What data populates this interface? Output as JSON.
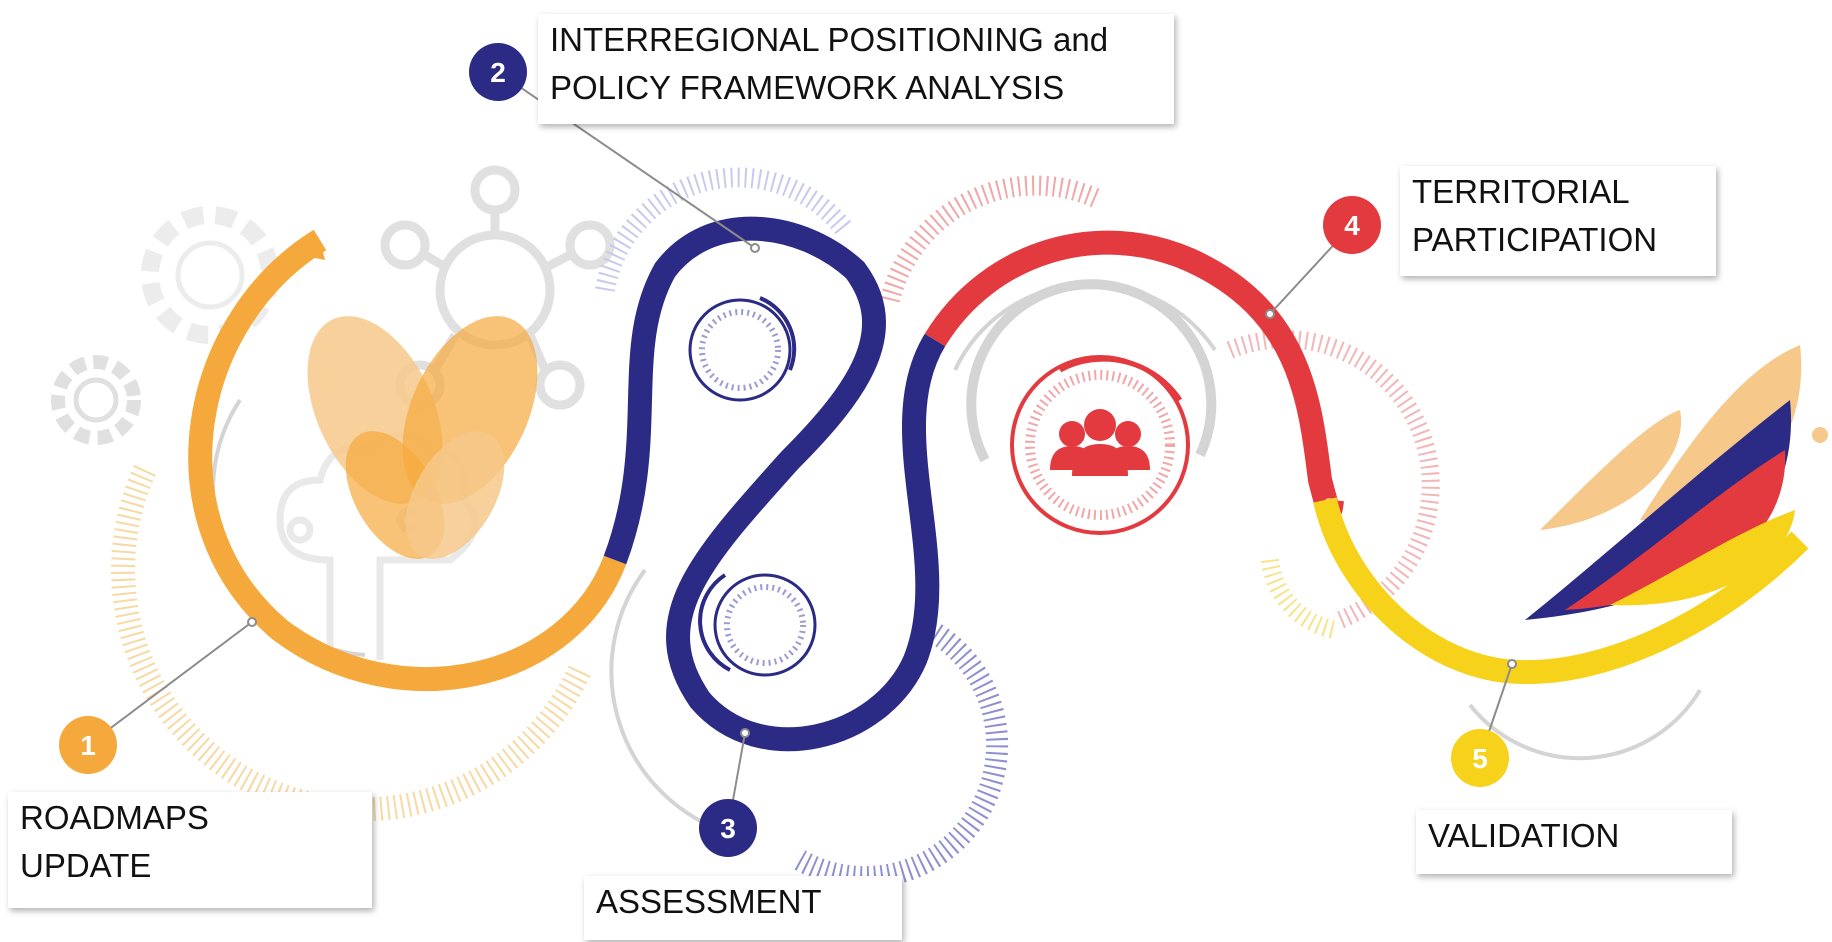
{
  "colors": {
    "orange": "#f5a93c",
    "navy": "#2b2a84",
    "red": "#e23a3f",
    "yellow": "#f7d21b",
    "grey": "#cfcfcf",
    "peach": "#f6c889"
  },
  "icons": [
    "gear-icon",
    "network-icon",
    "butterfly-icon",
    "tree-circuit-icon",
    "people-icon",
    "flower-icon"
  ],
  "steps": [
    {
      "number": "1",
      "lines": [
        "ROADMAPS",
        "UPDATE"
      ],
      "color": "orange"
    },
    {
      "number": "2",
      "lines": [
        "INTERREGIONAL POSITIONING and",
        "POLICY FRAMEWORK ANALYSIS"
      ],
      "color": "navy"
    },
    {
      "number": "3",
      "lines": [
        "ASSESSMENT"
      ],
      "color": "navy"
    },
    {
      "number": "4",
      "lines": [
        "TERRITORIAL",
        "PARTICIPATION"
      ],
      "color": "red"
    },
    {
      "number": "5",
      "lines": [
        "VALIDATION"
      ],
      "color": "yellow"
    }
  ]
}
